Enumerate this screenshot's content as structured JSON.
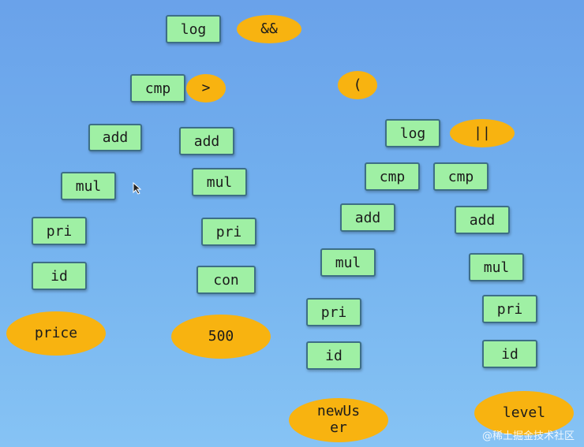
{
  "nodes": {
    "log_top": "log",
    "cmp_left": "cmp",
    "add_l1": "add",
    "add_l2": "add",
    "mul_l1": "mul",
    "mul_l2": "mul",
    "pri_l1": "pri",
    "pri_l2": "pri",
    "id_l1": "id",
    "con_l2": "con",
    "log_right": "log",
    "cmp_r1": "cmp",
    "cmp_r2": "cmp",
    "add_r1": "add",
    "add_r2": "add",
    "mul_r1": "mul",
    "mul_r2": "mul",
    "pri_r1": "pri",
    "pri_r2": "pri",
    "id_r1": "id",
    "id_r2": "id"
  },
  "tokens": {
    "and_op": "&&",
    "gt_op": ">",
    "paren_open": "(",
    "or_op": "||",
    "price": "price",
    "const_500": "500",
    "newuser": "newUs\ner",
    "level": "level"
  },
  "watermark": "@稀土掘金技术社区",
  "colors": {
    "node_fill": "#9ff0a4",
    "node_border": "#3d6f86",
    "token_fill": "#f8b310"
  }
}
